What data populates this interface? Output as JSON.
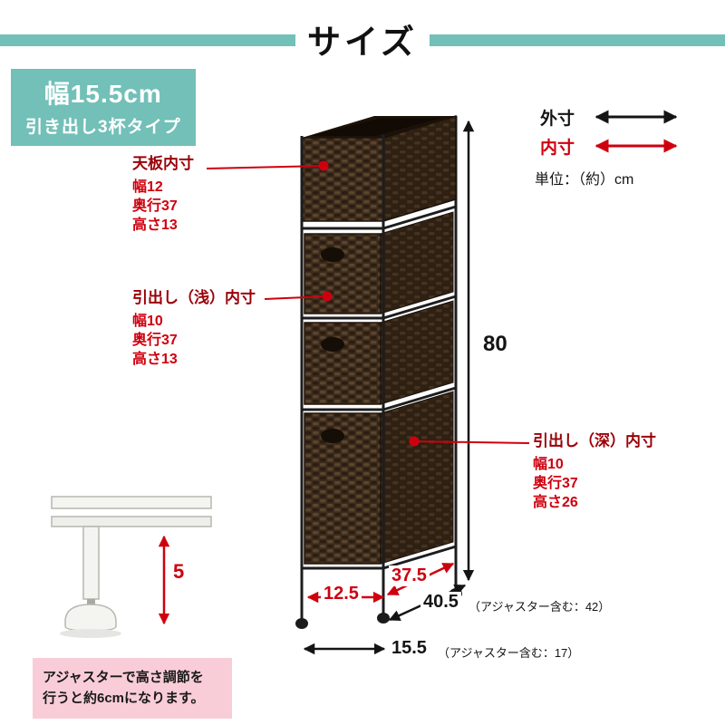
{
  "header": {
    "title": "サイズ"
  },
  "badge": {
    "line1": "幅15.5cm",
    "line2": "引き出し3杯タイプ"
  },
  "legend": {
    "outer_label": "外寸",
    "inner_label": "内寸",
    "unit": "単位：（約）cm"
  },
  "annotations": {
    "top": {
      "title": "天板内寸",
      "lines": [
        "幅12",
        "奥行37",
        "高さ13"
      ]
    },
    "shallow": {
      "title": "引出し（浅）内寸",
      "lines": [
        "幅10",
        "奥行37",
        "高さ13"
      ]
    },
    "deep": {
      "title": "引出し（深）内寸",
      "lines": [
        "幅10",
        "奥行37",
        "高さ26"
      ]
    }
  },
  "dimensions": {
    "height": "80",
    "front_width": "12.5",
    "side_depth": "37.5",
    "total_depth": "40.5",
    "total_depth_note": "（アジャスター含む：42）",
    "total_width": "15.5",
    "total_width_note": "（アジャスター含む：17）",
    "adjuster_height": "5"
  },
  "note": {
    "line1": "アジャスターで高さ調節を",
    "line2": "行うと約6cmになります。"
  },
  "colors": {
    "teal": "#72c0b8",
    "red": "#cf000e",
    "dark_red": "#9a0007",
    "black": "#141414",
    "basket_brown": "#3d2c1d",
    "note_pink": "#f9cdd7"
  }
}
